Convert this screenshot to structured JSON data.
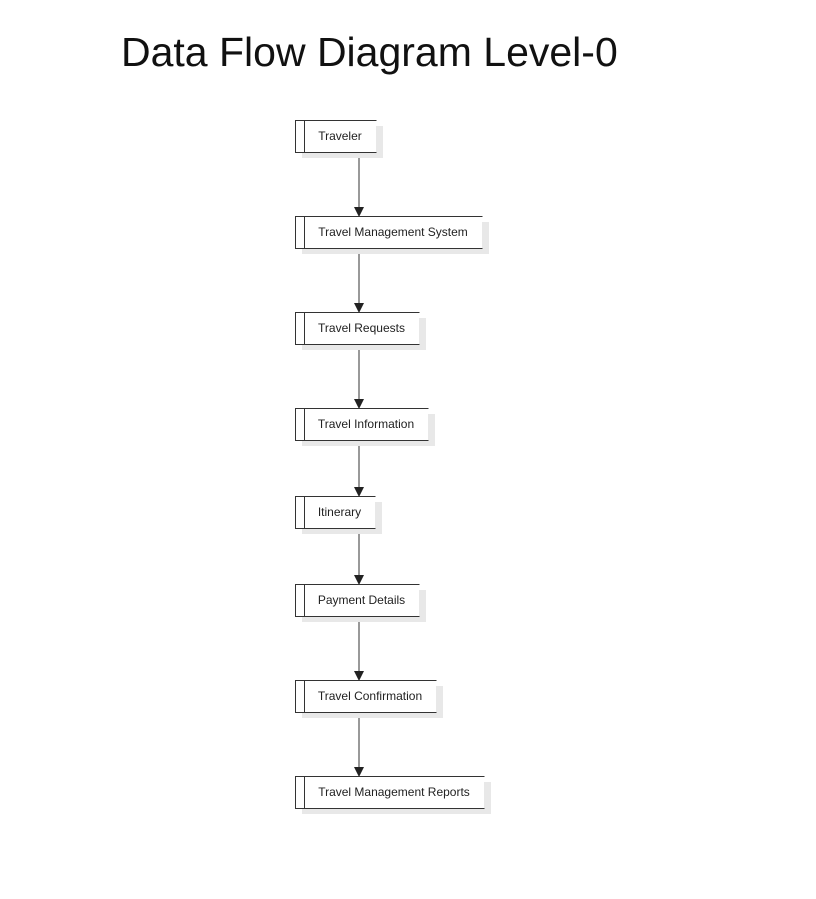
{
  "diagram": {
    "title": "Data Flow Diagram Level-0",
    "nodes": [
      {
        "id": "traveler",
        "label": "Traveler"
      },
      {
        "id": "travel-management-system",
        "label": "Travel Management System"
      },
      {
        "id": "travel-requests",
        "label": "Travel Requests"
      },
      {
        "id": "travel-information",
        "label": "Travel Information"
      },
      {
        "id": "itinerary",
        "label": "Itinerary"
      },
      {
        "id": "payment-details",
        "label": "Payment Details"
      },
      {
        "id": "travel-confirmation",
        "label": "Travel Confirmation"
      },
      {
        "id": "travel-management-reports",
        "label": "Travel Management Reports"
      }
    ],
    "edges": [
      {
        "from": "traveler",
        "to": "travel-management-system"
      },
      {
        "from": "travel-management-system",
        "to": "travel-requests"
      },
      {
        "from": "travel-requests",
        "to": "travel-information"
      },
      {
        "from": "travel-information",
        "to": "itinerary"
      },
      {
        "from": "itinerary",
        "to": "payment-details"
      },
      {
        "from": "payment-details",
        "to": "travel-confirmation"
      },
      {
        "from": "travel-confirmation",
        "to": "travel-management-reports"
      }
    ],
    "colors": {
      "line": "#333333",
      "shadow": "#e8e8e8",
      "box_fill": "#ffffff"
    }
  }
}
